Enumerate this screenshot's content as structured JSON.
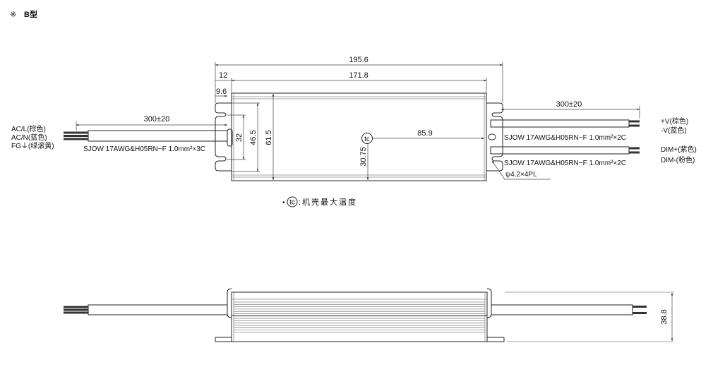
{
  "header": {
    "mark": "※",
    "type_label": "B型"
  },
  "top_view": {
    "dims": {
      "overall_length": "195.6",
      "body_length": "171.8",
      "flange": "12",
      "slot_offset": "9.6",
      "slot_pitch": "32",
      "flange_width": "46.5",
      "body_width": "61.5",
      "tc_x": "85.9",
      "tc_y": "30.75"
    },
    "tc_symbol": "tc",
    "input": {
      "length": "300±20",
      "cable": "SJOW 17AWG&H05RN−F  1.0mm²×3C",
      "wires": [
        "AC/L(棕色)",
        "AC/N(蓝色)",
        "FG⏚(绿滚黄)"
      ]
    },
    "output": {
      "length": "300±20",
      "cable_power": "SJOW 17AWG&H05RN−F  1.0mm²×2C",
      "cable_dim": "SJOW 17AWG&H05RN−F  1.0mm²×2C",
      "wires_power": [
        "+V(棕色)",
        "-V(蓝色)"
      ],
      "wires_dim": [
        "DIM+(紫色)",
        "DIM-(粉色)"
      ]
    },
    "hole_note": "ψ4.2×4PL",
    "tc_note": {
      "bullet": "•",
      "symbol": "tc",
      "text": ":机壳最大温度"
    }
  },
  "side_view": {
    "height": "38.8"
  }
}
